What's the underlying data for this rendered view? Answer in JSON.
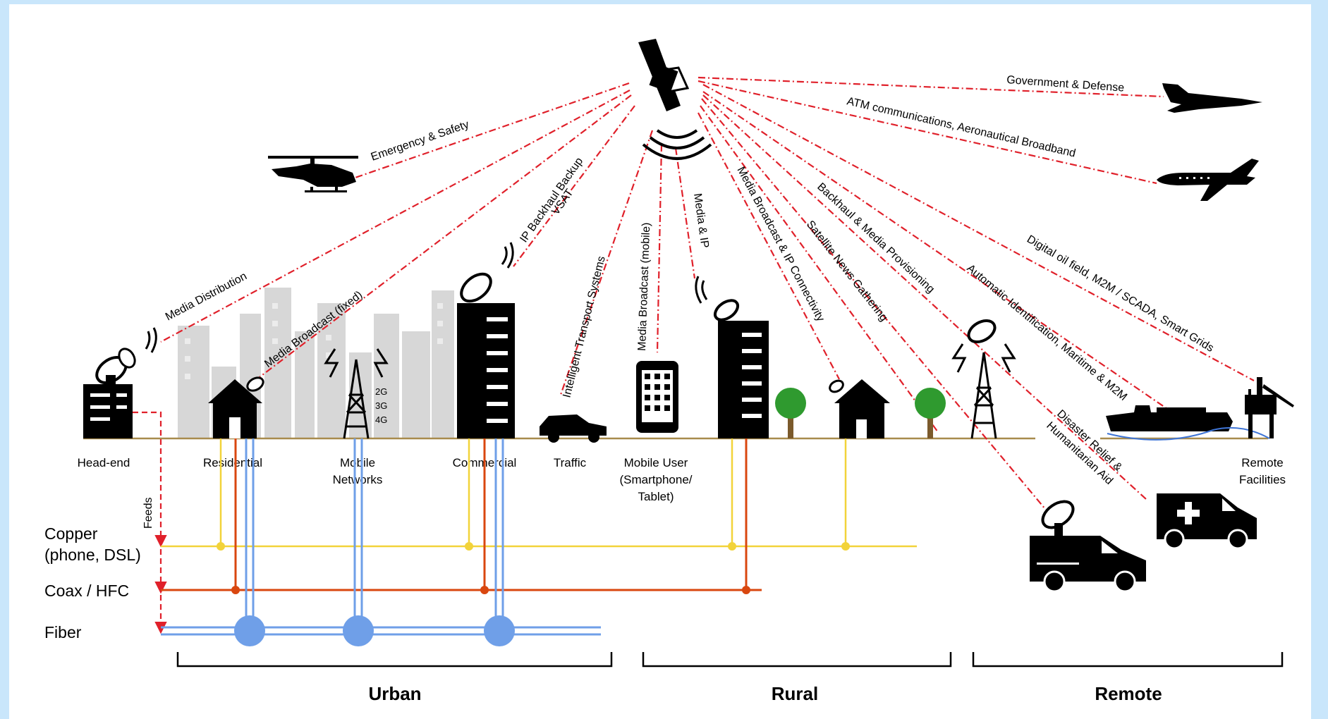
{
  "colors": {
    "beam": "#e0202a",
    "copper": "#f2d33a",
    "coax": "#d9470f",
    "fiber": "#6f9fe8",
    "ground": "#a88b4d",
    "city": "#d7d7d7",
    "frame": "#c9e6fb"
  },
  "beams": {
    "emergency": "Emergency & Safety",
    "media_distribution": "Media Distribution",
    "media_broadcast_fixed": "Media Broadcast (fixed)",
    "ip_backhaul": "IP Backhaul Backup",
    "vsat": "VSAT",
    "its": "Intelligent Transport Systems",
    "media_broadcast_mobile": "Media Broadcast (mobile)",
    "media_ip": "Media & IP",
    "media_broadcast_ip": "Media Broadcast & IP Connectivity",
    "satellite_news": "Satellite News Gathering",
    "backhaul_media": "Backhaul & Media Provisioning",
    "ais": "Automatic Identification, Maritime & M2M",
    "oil_field": "Digital oil field, M2M / SCADA, Smart Grids",
    "government": "Government & Defense",
    "atm": "ATM communications, Aeronautical Broadband",
    "disaster": "Disaster Relief &",
    "humanitarian": "Humanitarian Aid"
  },
  "ground_labels": {
    "head_end": "Head-end",
    "residential": "Residential",
    "mobile_networks_1": "Mobile",
    "mobile_networks_2": "Networks",
    "commercial": "Commercial",
    "traffic": "Traffic",
    "mobile_user_1": "Mobile User",
    "mobile_user_2": "(Smartphone/",
    "mobile_user_3": "Tablet)",
    "remote_facilities_1": "Remote",
    "remote_facilities_2": "Facilities"
  },
  "tower_generations": [
    "2G",
    "3G",
    "4G"
  ],
  "feeds": "Feeds",
  "networks": {
    "copper_1": "Copper",
    "copper_2": "(phone, DSL)",
    "coax": "Coax / HFC",
    "fiber": "Fiber"
  },
  "zones": {
    "urban": "Urban",
    "rural": "Rural",
    "remote": "Remote"
  },
  "icons": [
    "satellite-icon",
    "helicopter-icon",
    "fighter-jet-icon",
    "airliner-icon",
    "building-icon",
    "house-icon",
    "cell-tower-icon",
    "car-icon",
    "smartphone-icon",
    "tree-icon",
    "ship-icon",
    "oil-platform-icon",
    "news-van-icon",
    "ambulance-icon",
    "satellite-dish-icon"
  ]
}
